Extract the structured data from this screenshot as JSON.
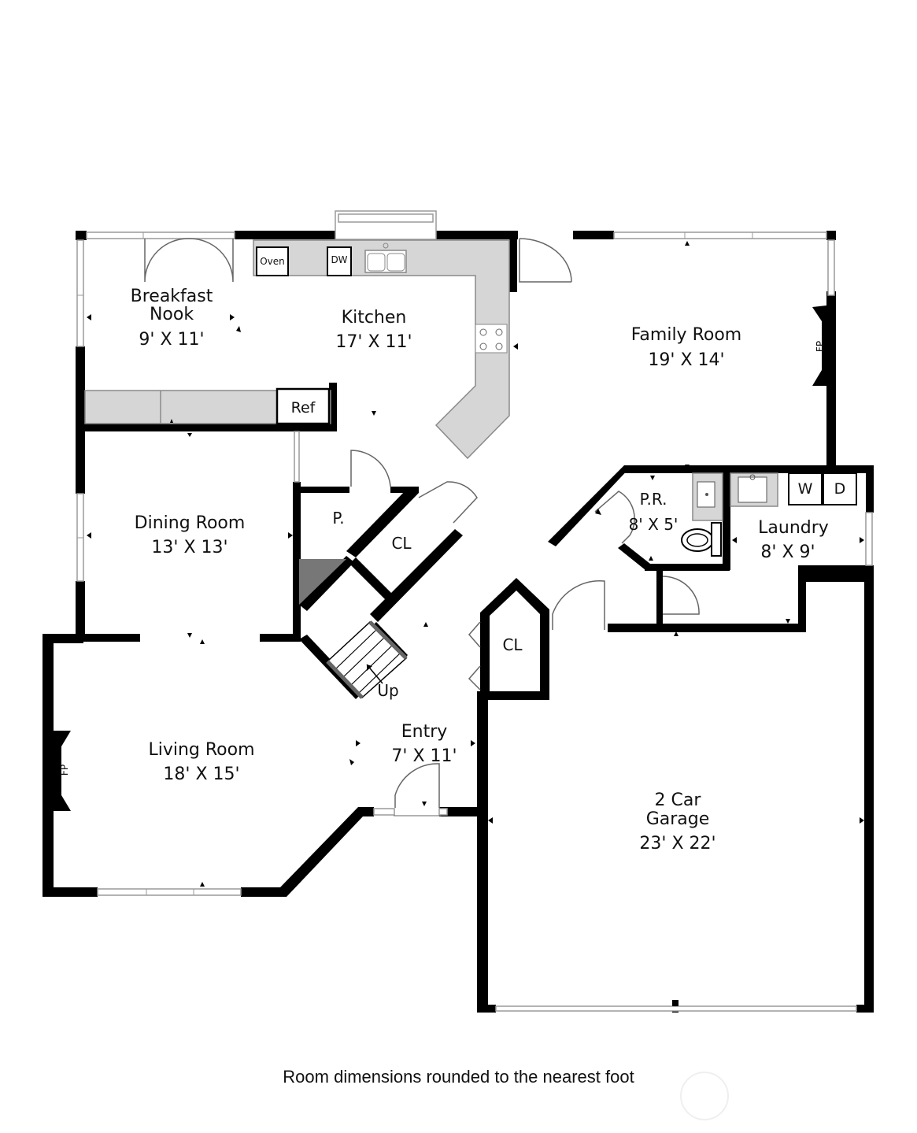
{
  "rooms": {
    "breakfast_nook": {
      "name_line1": "Breakfast",
      "name_line2": "Nook",
      "dims": "9' X 11'"
    },
    "kitchen": {
      "name": "Kitchen",
      "dims": "17' X 11'"
    },
    "family_room": {
      "name": "Family Room",
      "dims": "19' X 14'"
    },
    "dining_room": {
      "name": "Dining Room",
      "dims": "13' X 13'"
    },
    "pantry": {
      "name": "P."
    },
    "closet_stair": {
      "name": "CL"
    },
    "powder_room": {
      "name": "P.R.",
      "dims": "8' X 5'"
    },
    "laundry": {
      "name": "Laundry",
      "dims": "8' X 9'"
    },
    "closet_entry": {
      "name": "CL"
    },
    "living_room": {
      "name": "Living Room",
      "dims": "18' X 15'"
    },
    "entry": {
      "name": "Entry",
      "dims": "7' X 11'"
    },
    "garage": {
      "name_line1": "2 Car",
      "name_line2": "Garage",
      "dims": "23' X 22'"
    }
  },
  "appliances": {
    "oven": "Oven",
    "dishwasher": "DW",
    "refrigerator": "Ref",
    "washer": "W",
    "dryer": "D"
  },
  "fireplace_label": "FP",
  "stairs_label": "Up",
  "footnote": "Room dimensions rounded to the nearest foot"
}
